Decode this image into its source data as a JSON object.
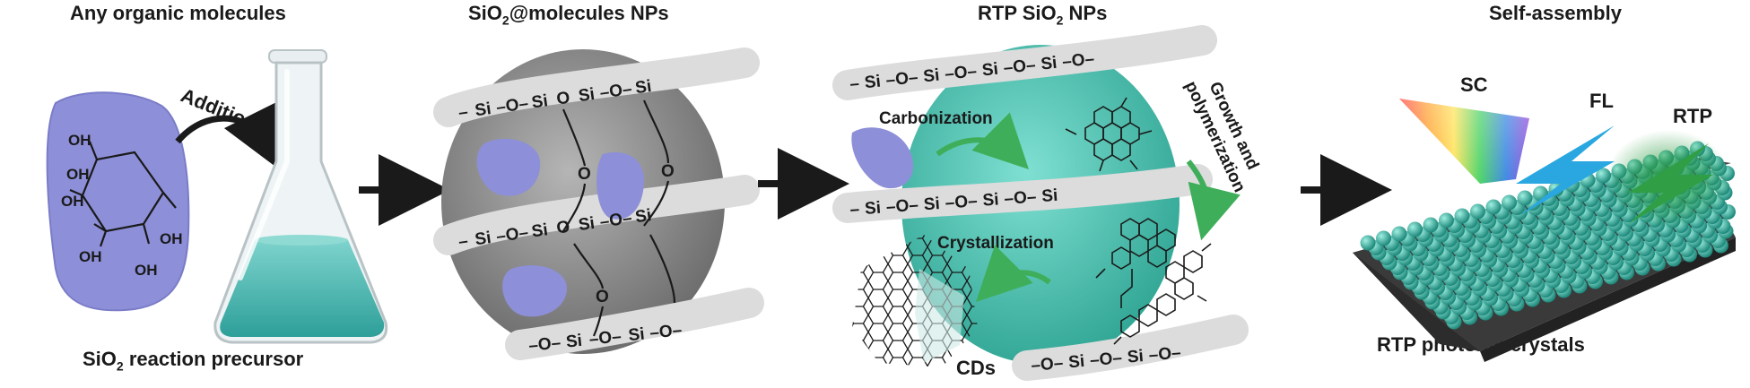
{
  "panel1": {
    "title": "Any organic molecules",
    "caption_prefix": "SiO",
    "caption_sub": "2",
    "caption_suffix": " reaction precursor",
    "arrow_label": "Addition",
    "oh": "OH"
  },
  "panel2": {
    "title_prefix": "SiO",
    "title_sub": "2",
    "title_suffix": "@molecules NPs"
  },
  "panel3": {
    "title_prefix": "RTP SiO",
    "title_sub": "2",
    "title_suffix": " NPs",
    "carbonization": "Carbonization",
    "growth_line1": "Growth and",
    "growth_line2": "polymerization",
    "crystallization": "Crystallization",
    "cds": "CDs"
  },
  "panel4": {
    "title": "Self-assembly",
    "caption": "RTP photonic crystals",
    "sc": "SC",
    "fl": "FL",
    "rtp": "RTP"
  },
  "chain": {
    "si": "Si",
    "o": "O",
    "dash": "–"
  },
  "colors": {
    "molecule": "#8d8fd8",
    "flask_liquid": "#3fb3ad",
    "np_gray": "#8a8a8a",
    "np_teal": "#4dc4b5",
    "arrow_green": "#3fae5a",
    "fl_blue": "#2aa7e0",
    "rtp_green": "#2f9e44",
    "sphere": "#3aa89a",
    "substrate": "#3a3a3a"
  }
}
